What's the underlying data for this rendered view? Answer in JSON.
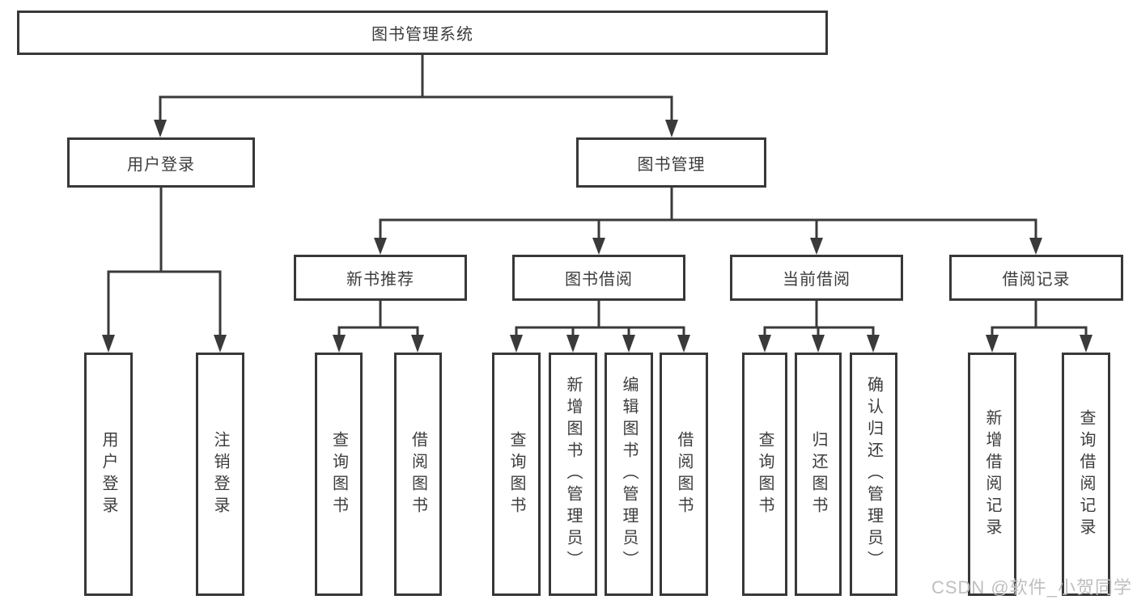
{
  "tree": {
    "root": {
      "label": "图书管理系统"
    },
    "level1": [
      {
        "label": "用户登录"
      },
      {
        "label": "图书管理"
      }
    ],
    "level2": [
      {
        "label": "新书推荐"
      },
      {
        "label": "图书借阅"
      },
      {
        "label": "当前借阅"
      },
      {
        "label": "借阅记录"
      }
    ],
    "leaves": {
      "user_login": [
        "用户登录",
        "注销登录"
      ],
      "new_book_recommendation": [
        "查询图书",
        "借阅图书"
      ],
      "book_borrowing": [
        "查询图书",
        "新增图书（管理员）",
        "编辑图书（管理员）",
        "借阅图书"
      ],
      "current_borrowing": [
        "查询图书",
        "归还图书",
        "确认归还（管理员）"
      ],
      "borrowing_records": [
        "新增借阅记录",
        "查询借阅记录"
      ]
    }
  },
  "watermark": "CSDN @软件_小贺同学",
  "colors": {
    "line": "#3a3a3a",
    "text": "#3c3c3c",
    "canvas": "#ffffff",
    "watermark": "#bfbfbf"
  }
}
